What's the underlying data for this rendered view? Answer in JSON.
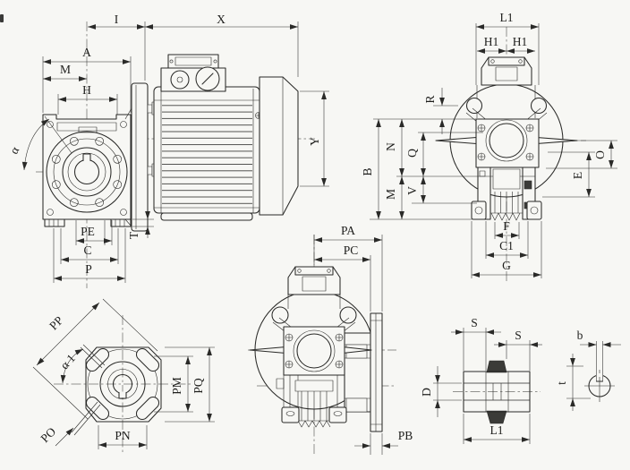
{
  "page": {
    "description": "Worm gearbox with motor - dimensional outline drawing, six views",
    "paper": "#f7f7f4",
    "ink": "#2a2a28"
  },
  "views": {
    "side_assembly": {
      "name": "gearbox-with-motor-side-view",
      "dims": {
        "I": "I",
        "X": "X",
        "A": "A",
        "M": "M",
        "H": "H",
        "alpha": "α",
        "PE": "PE",
        "C": "C",
        "P": "P",
        "T": "T",
        "Y": "Y"
      }
    },
    "front": {
      "name": "gearbox-front-view",
      "dims": {
        "L1": "L1",
        "H1_left": "H1",
        "H1_right": "H1",
        "R": "R",
        "B": "B",
        "N": "N",
        "M": "M",
        "Q": "Q",
        "V": "V",
        "O": "O",
        "E": "E",
        "F": "F",
        "C1": "C1",
        "G": "G"
      }
    },
    "square_flange": {
      "name": "square-output-flange-view",
      "dims": {
        "PP": "PP",
        "alpha1": "α 1",
        "PO": "PO",
        "PM": "PM",
        "PQ": "PQ",
        "PN": "PN"
      }
    },
    "output_side": {
      "name": "gearbox-with-output-flange-view",
      "dims": {
        "PA": "PA",
        "PC": "PC",
        "PB": "PB"
      }
    },
    "shaft_section": {
      "name": "hollow-shaft-section-view",
      "dims": {
        "S_left": "S",
        "S_right": "S",
        "D": "D",
        "L1": "L1"
      }
    },
    "keyway": {
      "name": "keyway-detail-view",
      "dims": {
        "b": "b",
        "t": "t"
      }
    }
  }
}
